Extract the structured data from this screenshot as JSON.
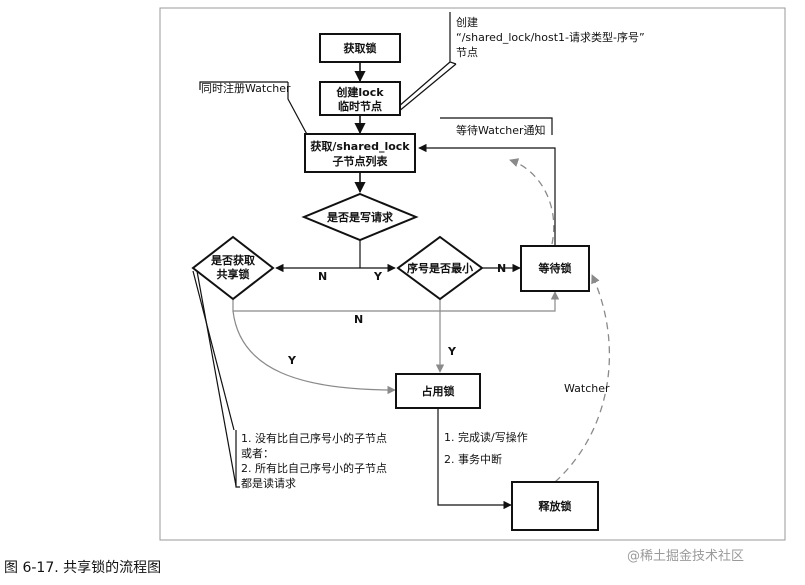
{
  "nodes": {
    "acquire_lock": "获取锁",
    "create_lock_l1": "创建lock",
    "create_lock_l2": "临时节点",
    "get_children_l1": "获取/shared_lock",
    "get_children_l2": "子节点列表",
    "is_write": "是否是写请求",
    "get_shared_l1": "是否获取",
    "get_shared_l2": "共享锁",
    "is_smallest": "序号是否最小",
    "wait_lock": "等待锁",
    "hold_lock": "占用锁",
    "release_lock": "释放锁"
  },
  "notes": {
    "create_l1": "创建",
    "create_l2": "“/shared_lock/host1-请求类型-序号”",
    "create_l3": "节点",
    "register_watcher": "同时注册Watcher",
    "wait_notify": "等待Watcher通知",
    "cond_l1": "1.  没有比自己序号小的子节点",
    "cond_l2": "或者：",
    "cond_l3": "2.  所有比自己序号小的子节点",
    "cond_l4": "都是读请求",
    "ops_l1": "1. 完成读/写操作",
    "ops_l2": "2. 事务中断"
  },
  "edge_labels": {
    "n_to_shared": "N",
    "y_to_smallest": "Y",
    "n_to_wait": "N",
    "n_bottom": "N",
    "y_shared_to_hold": "Y",
    "y_smallest_to_hold": "Y",
    "watcher": "Watcher"
  },
  "caption": "图 6-17.  共享锁的流程图",
  "watermark": "@稀土掘金技术社区"
}
